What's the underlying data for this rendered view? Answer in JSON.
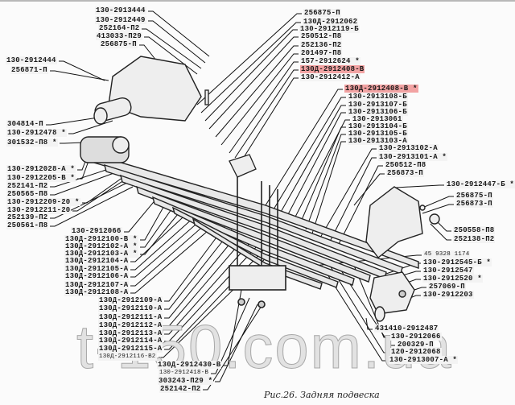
{
  "figure": {
    "caption": "Рис.26. Задняя подвеска",
    "watermark": "t-150.com.ua",
    "highlight_color": "#f2a3a3"
  },
  "labels": [
    {
      "text": "130-2913444"
    },
    {
      "text": "130-2912449"
    },
    {
      "text": "252164-П2"
    },
    {
      "text": "413033-П29"
    },
    {
      "text": "256875-П"
    },
    {
      "text": "130-2912444"
    },
    {
      "text": "256871-П"
    },
    {
      "text": "304814-П"
    },
    {
      "text": "130-2912478 *"
    },
    {
      "text": "301532-П8 *"
    },
    {
      "text": "130-2912028-А *"
    },
    {
      "text": "130-2912205-В *"
    },
    {
      "text": "252141-П2"
    },
    {
      "text": "250565-П8"
    },
    {
      "text": "130-2912209-20 *"
    },
    {
      "text": "130-2912211-20"
    },
    {
      "text": "252139-П2"
    },
    {
      "text": "250561-П8"
    },
    {
      "text": "130-2912066"
    },
    {
      "text": "130Д-2912100-В *"
    },
    {
      "text": "130Д-2912102-А *"
    },
    {
      "text": "130Д-2912103-А *"
    },
    {
      "text": "130Д-2912104-А"
    },
    {
      "text": "130Д-2912105-А"
    },
    {
      "text": "130Д-2912106-А"
    },
    {
      "text": "130Д-2912107-А"
    },
    {
      "text": "130Д-2912108-А"
    },
    {
      "text": "130Д-2912109-А"
    },
    {
      "text": "130Д-2912110-А"
    },
    {
      "text": "130Д-2912111-А"
    },
    {
      "text": "130Д-2912112-А"
    },
    {
      "text": "130Д-2912113-А"
    },
    {
      "text": "130Д-2912114-А"
    },
    {
      "text": "130Д-2912115-А"
    },
    {
      "text": "130Д-2912116-В2",
      "small": true
    },
    {
      "text": "130Д-2912430-В"
    },
    {
      "text": "130-2912418-В",
      "small": true
    },
    {
      "text": "303243-П29 *"
    },
    {
      "text": "252142-П2"
    },
    {
      "text": "256875-П"
    },
    {
      "text": "130Д-2912062"
    },
    {
      "text": "130-2912119-Б"
    },
    {
      "text": "250512-П8"
    },
    {
      "text": "252136-П2"
    },
    {
      "text": "201497-П8"
    },
    {
      "text": "157-2912624 *"
    },
    {
      "text": "130Д-2912408-В",
      "highlighted": true
    },
    {
      "text": "130-2912412-А"
    },
    {
      "text": "130Д-2912408-В *",
      "highlighted": true
    },
    {
      "text": "130-2913108-Б"
    },
    {
      "text": "130-2913107-Б"
    },
    {
      "text": "130-2913106-Б"
    },
    {
      "text": "130-2913061"
    },
    {
      "text": "130-2913104-Б"
    },
    {
      "text": "130-2913105-Б"
    },
    {
      "text": "130-2913103-А"
    },
    {
      "text": "130-2913102-А"
    },
    {
      "text": "130-2913101-А *"
    },
    {
      "text": "250512-П8"
    },
    {
      "text": "256873-П"
    },
    {
      "text": "130-2912447-Б *"
    },
    {
      "text": "256875-П"
    },
    {
      "text": "256873-П"
    },
    {
      "text": "250558-П8"
    },
    {
      "text": "252138-П2"
    },
    {
      "text": "45 9328 1174",
      "small": true
    },
    {
      "text": "130-2912545-Б *"
    },
    {
      "text": "130-2912547"
    },
    {
      "text": "130-2912520 *"
    },
    {
      "text": "257069-П"
    },
    {
      "text": "130-2912203"
    },
    {
      "text": "431410-2912487"
    },
    {
      "text": "130-2912066"
    },
    {
      "text": "200329-П"
    },
    {
      "text": "120-2912068"
    },
    {
      "text": "130-2913007-А *"
    }
  ]
}
